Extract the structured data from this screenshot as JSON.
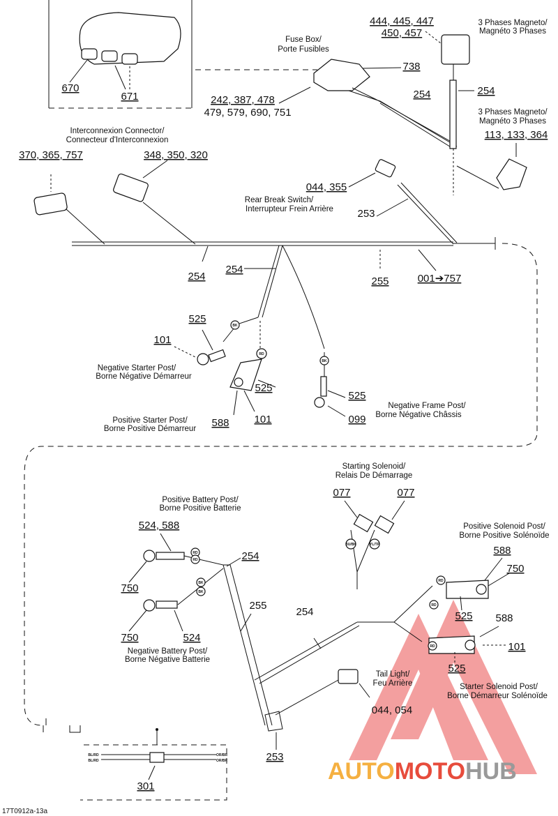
{
  "diagram": {
    "reference": "17T0912a-13a",
    "labels": {
      "fuse_box": [
        "Fuse Box/",
        "Porte Fusibles"
      ],
      "magneto_top": [
        "3 Phases Magneto/",
        "Magnéto 3 Phases"
      ],
      "magneto_right": [
        "3 Phases Magneto/",
        "Magnéto 3 Phases"
      ],
      "interconnexion": [
        "Interconnexion Connector/",
        "Connecteur d'Interconnexion"
      ],
      "rear_brake": [
        "Rear Break Switch/",
        "Interrupteur Frein Arrière"
      ],
      "neg_starter": [
        "Negative Starter Post/",
        "Borne Négative Démarreur"
      ],
      "pos_starter": [
        "Positive Starter Post/",
        "Borne Positive Démarreur"
      ],
      "neg_frame": [
        "Negative Frame Post/",
        "Borne Négative Châssis"
      ],
      "starting_solenoid": [
        "Starting Solenoid/",
        "Relais De Démarrage"
      ],
      "pos_battery": [
        "Positive Battery Post/",
        "Borne Positive Batterie"
      ],
      "pos_solenoid": [
        "Positive Solenoid Post/",
        "Borne Positive Solénoïde"
      ],
      "neg_battery": [
        "Negative Battery Post/",
        "Borne Négative Batterie"
      ],
      "tail_light": [
        "Tail Light/",
        "Feu Arrière"
      ],
      "starter_solenoid": [
        "Starter Solenoid Post/",
        "Borne Démarreur Solénoïde"
      ]
    },
    "part_numbers": {
      "p670": "670",
      "p671": "671",
      "p738": "738",
      "fuse_a": "242, 387, 478",
      "fuse_b": "479, 579, 690, 751",
      "mag_a": "444, 445, 447",
      "mag_b": "450, 457",
      "p254_fuse": "254",
      "p254_mag": "254",
      "mag_right": "113, 133, 364",
      "inter_left": "370, 365, 757",
      "inter_right": "348, 350, 320",
      "brake": "044, 355",
      "p253_brake": "253",
      "p254_main": "254",
      "p254_branch": "254",
      "p255_main": "255",
      "p001": "001➔757",
      "p525_a": "525",
      "p101_a": "101",
      "p525_b": "525",
      "p588_a": "588",
      "p101_b": "101",
      "p525_c": "525",
      "p099": "099",
      "p077_a": "077",
      "p077_b": "077",
      "bat_pos": "524, 588",
      "p588_b": "588",
      "p750_a": "750",
      "p254_c": "254",
      "p750_b": "750",
      "p255_b": "255",
      "p254_d": "254",
      "p525_d": "525",
      "p588_c": "588",
      "p750_c": "750",
      "p524": "524",
      "p101_c": "101",
      "p525_e": "525",
      "tail": "044, 054",
      "p253_b": "253",
      "p301": "301"
    },
    "wire_codes": {
      "bk1": "BK",
      "rd1": "RD",
      "bk2": "BK",
      "bubk": "BU/BK",
      "yltp": "YL/TP",
      "rd2": "RD",
      "rd3": "RD",
      "rd4": "RD",
      "rd5": "RD",
      "rd6": "RD",
      "bk3": "BK",
      "bk4": "BK",
      "blrd1": "BL/RD",
      "blrd2": "BL/RD",
      "orbr1": "OR/BR",
      "orbr2": "OR/BR"
    },
    "watermark": {
      "part1": "AUTO",
      "part2": "MOTO",
      "part3": "HUB",
      "accent": "#f08080",
      "text_color": "#f5b041"
    }
  }
}
